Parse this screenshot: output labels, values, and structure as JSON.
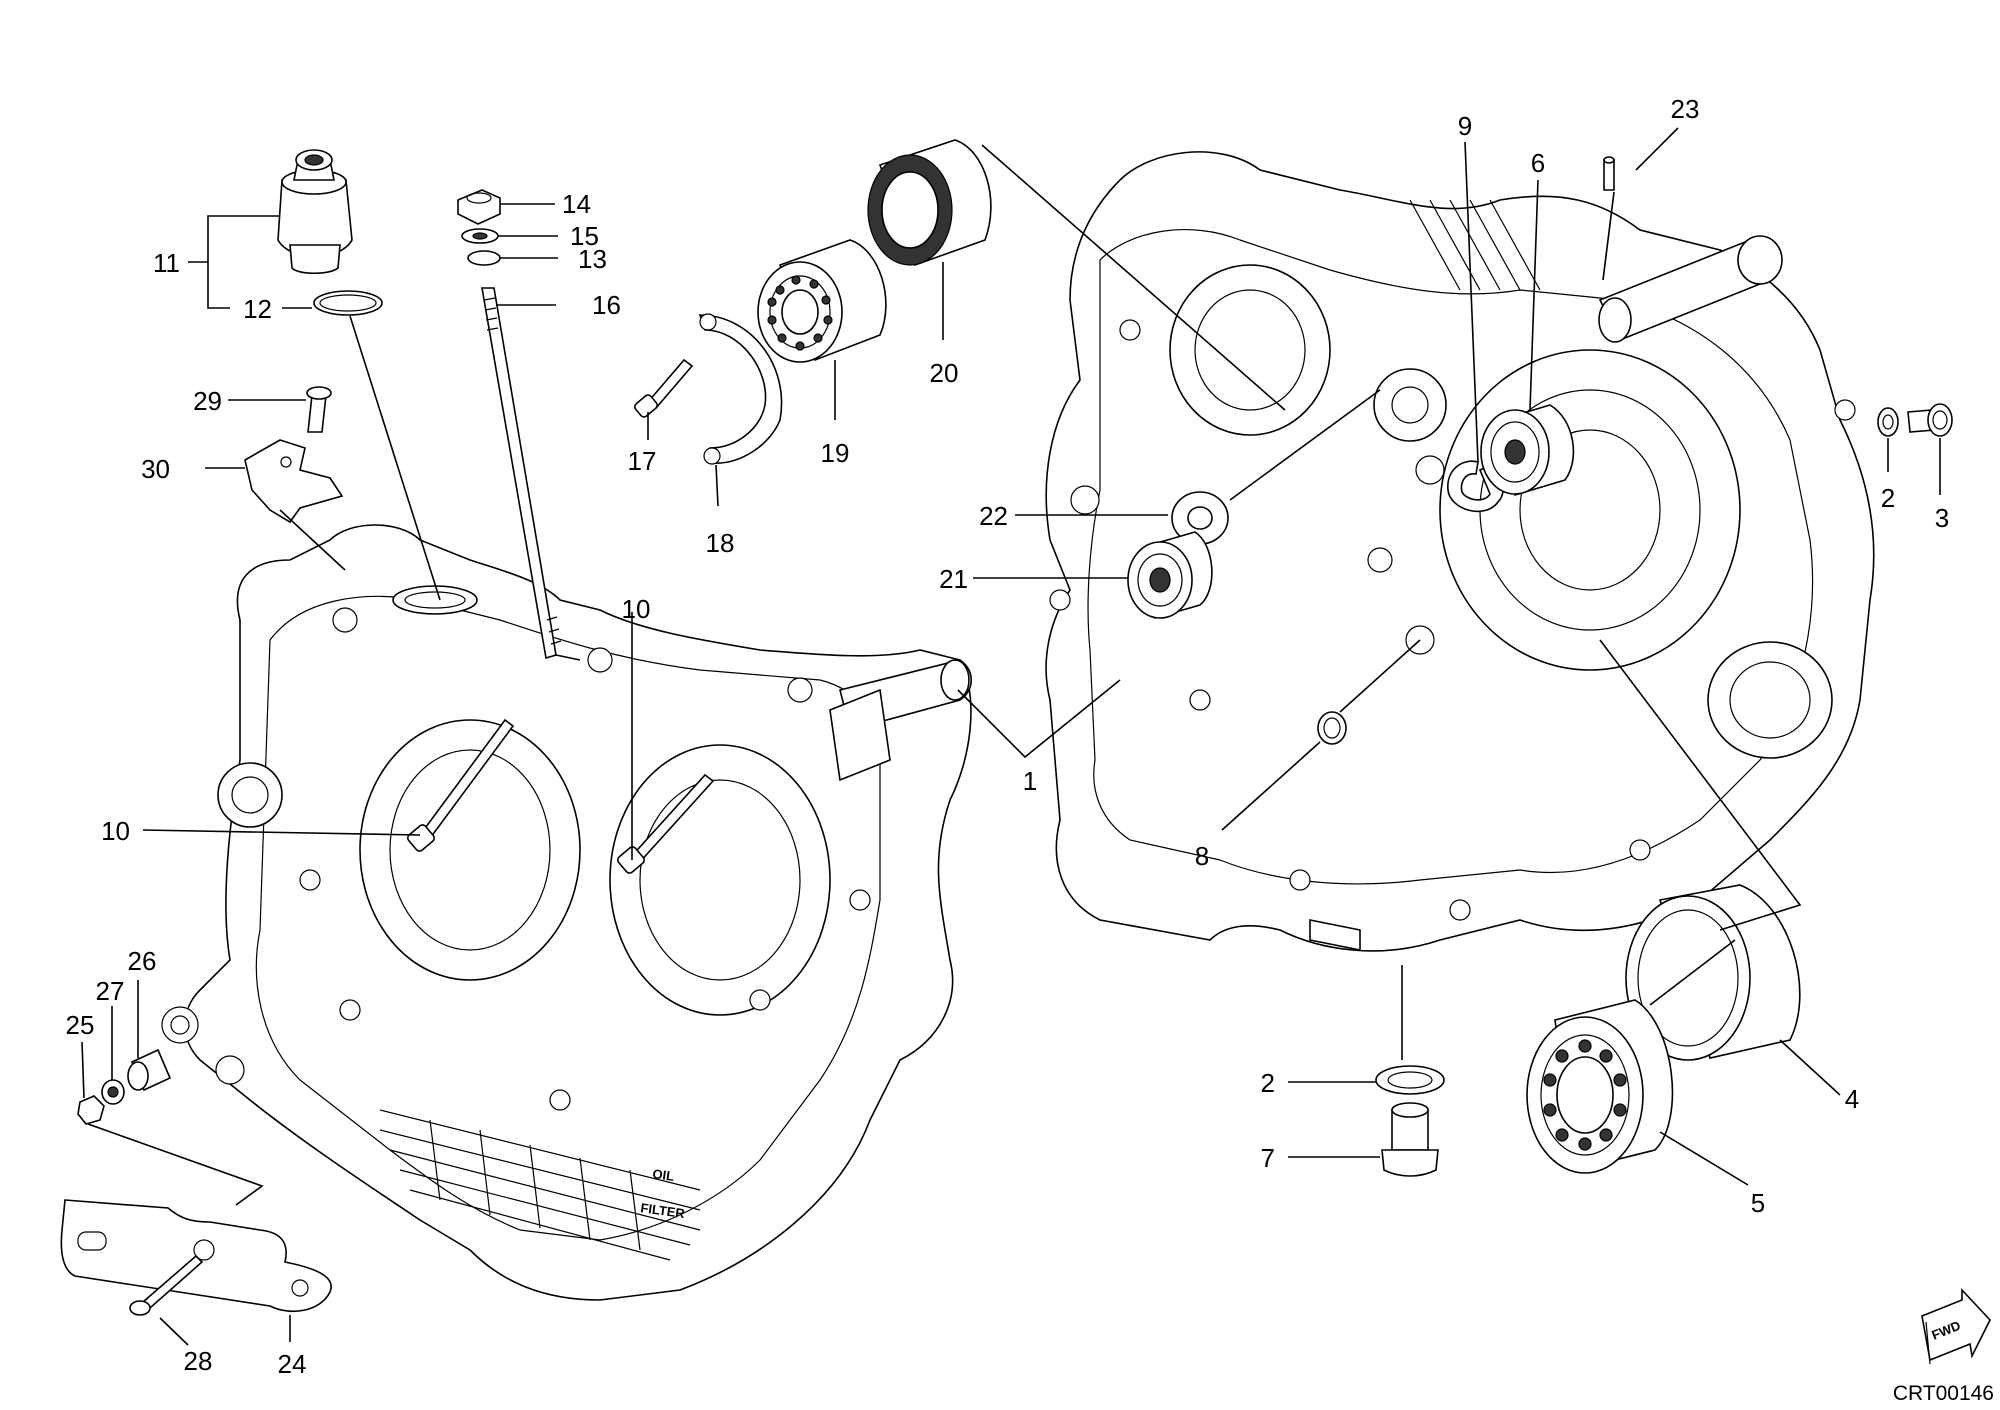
{
  "labels": {
    "l1": "1",
    "l2a": "2",
    "l2b": "2",
    "l3": "3",
    "l4": "4",
    "l5": "5",
    "l6": "6",
    "l7": "7",
    "l8": "8",
    "l9": "9",
    "l10a": "10",
    "l10b": "10",
    "l11": "11",
    "l12": "12",
    "l13": "13",
    "l14": "14",
    "l15": "15",
    "l16": "16",
    "l17": "17",
    "l18": "18",
    "l19": "19",
    "l20": "20",
    "l21": "21",
    "l22": "22",
    "l23": "23",
    "l24": "24",
    "l25": "25",
    "l26": "26",
    "l27": "27",
    "l28": "28",
    "l29": "29",
    "l30": "30"
  },
  "casting_text": {
    "oil": "OIL",
    "filter": "FILTER"
  },
  "fwd_badge": "FWD",
  "drawing_code": "CRT00146"
}
